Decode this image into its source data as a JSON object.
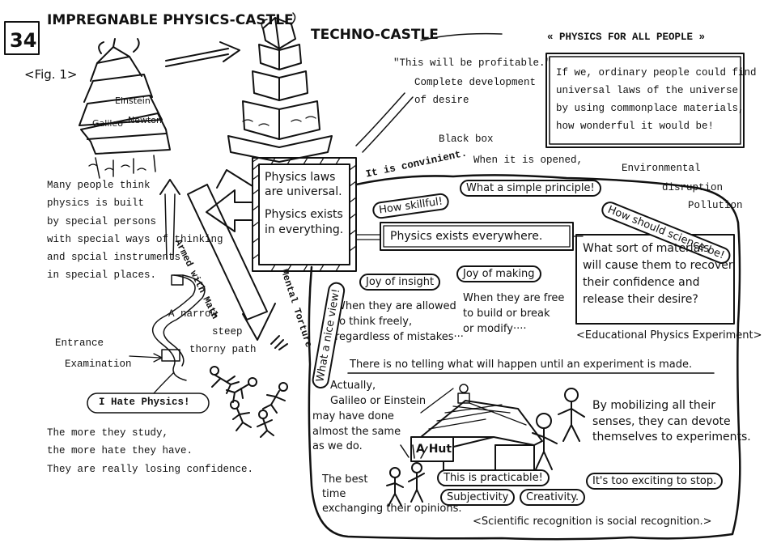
{
  "header": {
    "page_number": "34",
    "title": "IMPREGNABLE PHYSICS-CASTLE",
    "techno_castle": "TECHNO-CASTLE",
    "fig_label": "<Fig. 1>",
    "physics_for_all": "« PHYSICS FOR ALL PEOPLE »"
  },
  "castle_labels": {
    "einstein": "Einstein",
    "galileo": "Galileo",
    "newton": "Newton"
  },
  "techno_notes": {
    "profitable": "\"This will be profitable.\"",
    "complete_development": "Complete development",
    "of_desire": "of desire",
    "black_box": "Black box",
    "when_opened": "When it is opened,",
    "environmental": "Environmental",
    "disruption": "disruption",
    "pollution": "Pollution"
  },
  "quote_box": {
    "lines": [
      "If we, ordinary people could find",
      "universal laws of the universe",
      "by using commonplace materials,",
      "how wonderful it would be!"
    ]
  },
  "laws_box": {
    "line1": "Physics laws",
    "line2": "are universal.",
    "line3": "Physics exists",
    "line4": "in everything."
  },
  "left_text": {
    "lines": [
      "Many people think",
      "physics is built",
      "by special persons",
      "with special ways of thinking",
      "and spcial instruments",
      "in special places."
    ]
  },
  "path": {
    "armed_with_math": "Armed with Math",
    "mental_torture": "Mental Torture",
    "a_narrow": "A narrow",
    "steep": "steep",
    "thorny_path": "thorny path",
    "entrance": "Entrance",
    "examination": "Examination",
    "i_hate_physics": "I Hate Physics!"
  },
  "bottom_left": {
    "lines": [
      "The more they study,",
      "the more hate they have.",
      "They are really losing confidence."
    ]
  },
  "world": {
    "convinient": "It is convinient.",
    "how_skillful": "How skillful!",
    "simple_principle": "What a simple principle!",
    "how_should": "How should science be!",
    "exists_everywhere": "Physics exists everywhere.",
    "materials_lines": [
      "What sort of materials",
      "will cause them to recover",
      "their confidence and",
      "release their desire?"
    ],
    "educational": "<Educational Physics Experiment>",
    "joy_insight": "Joy of insight",
    "joy_making": "Joy of making",
    "allowed_lines": [
      "When they are allowed",
      "to think freely,",
      "regardless of mistakes···"
    ],
    "free_lines": [
      "When they are free",
      "to build or break",
      "or modify····"
    ],
    "nice_view": "What a nice view!",
    "no_telling": "There is no telling what will happen until an experiment is made.",
    "actually_lines": [
      "Actually,",
      "Galileo or Einstein",
      "may have done",
      "almost the same",
      "as we do."
    ],
    "hut": "A Hut",
    "mobilizing_lines": [
      "By mobilizing all their",
      "senses, they can devote",
      "themselves to experiments."
    ],
    "best_time_lines": [
      "The best",
      "time",
      "exchanging their opinions."
    ],
    "practicable": "This is practicable!",
    "subjectivity": "Subjectivity",
    "creativity": "Creativity.",
    "exciting": "It's too exciting to stop.",
    "recognition": "<Scientific recognition is social recognition.>"
  }
}
